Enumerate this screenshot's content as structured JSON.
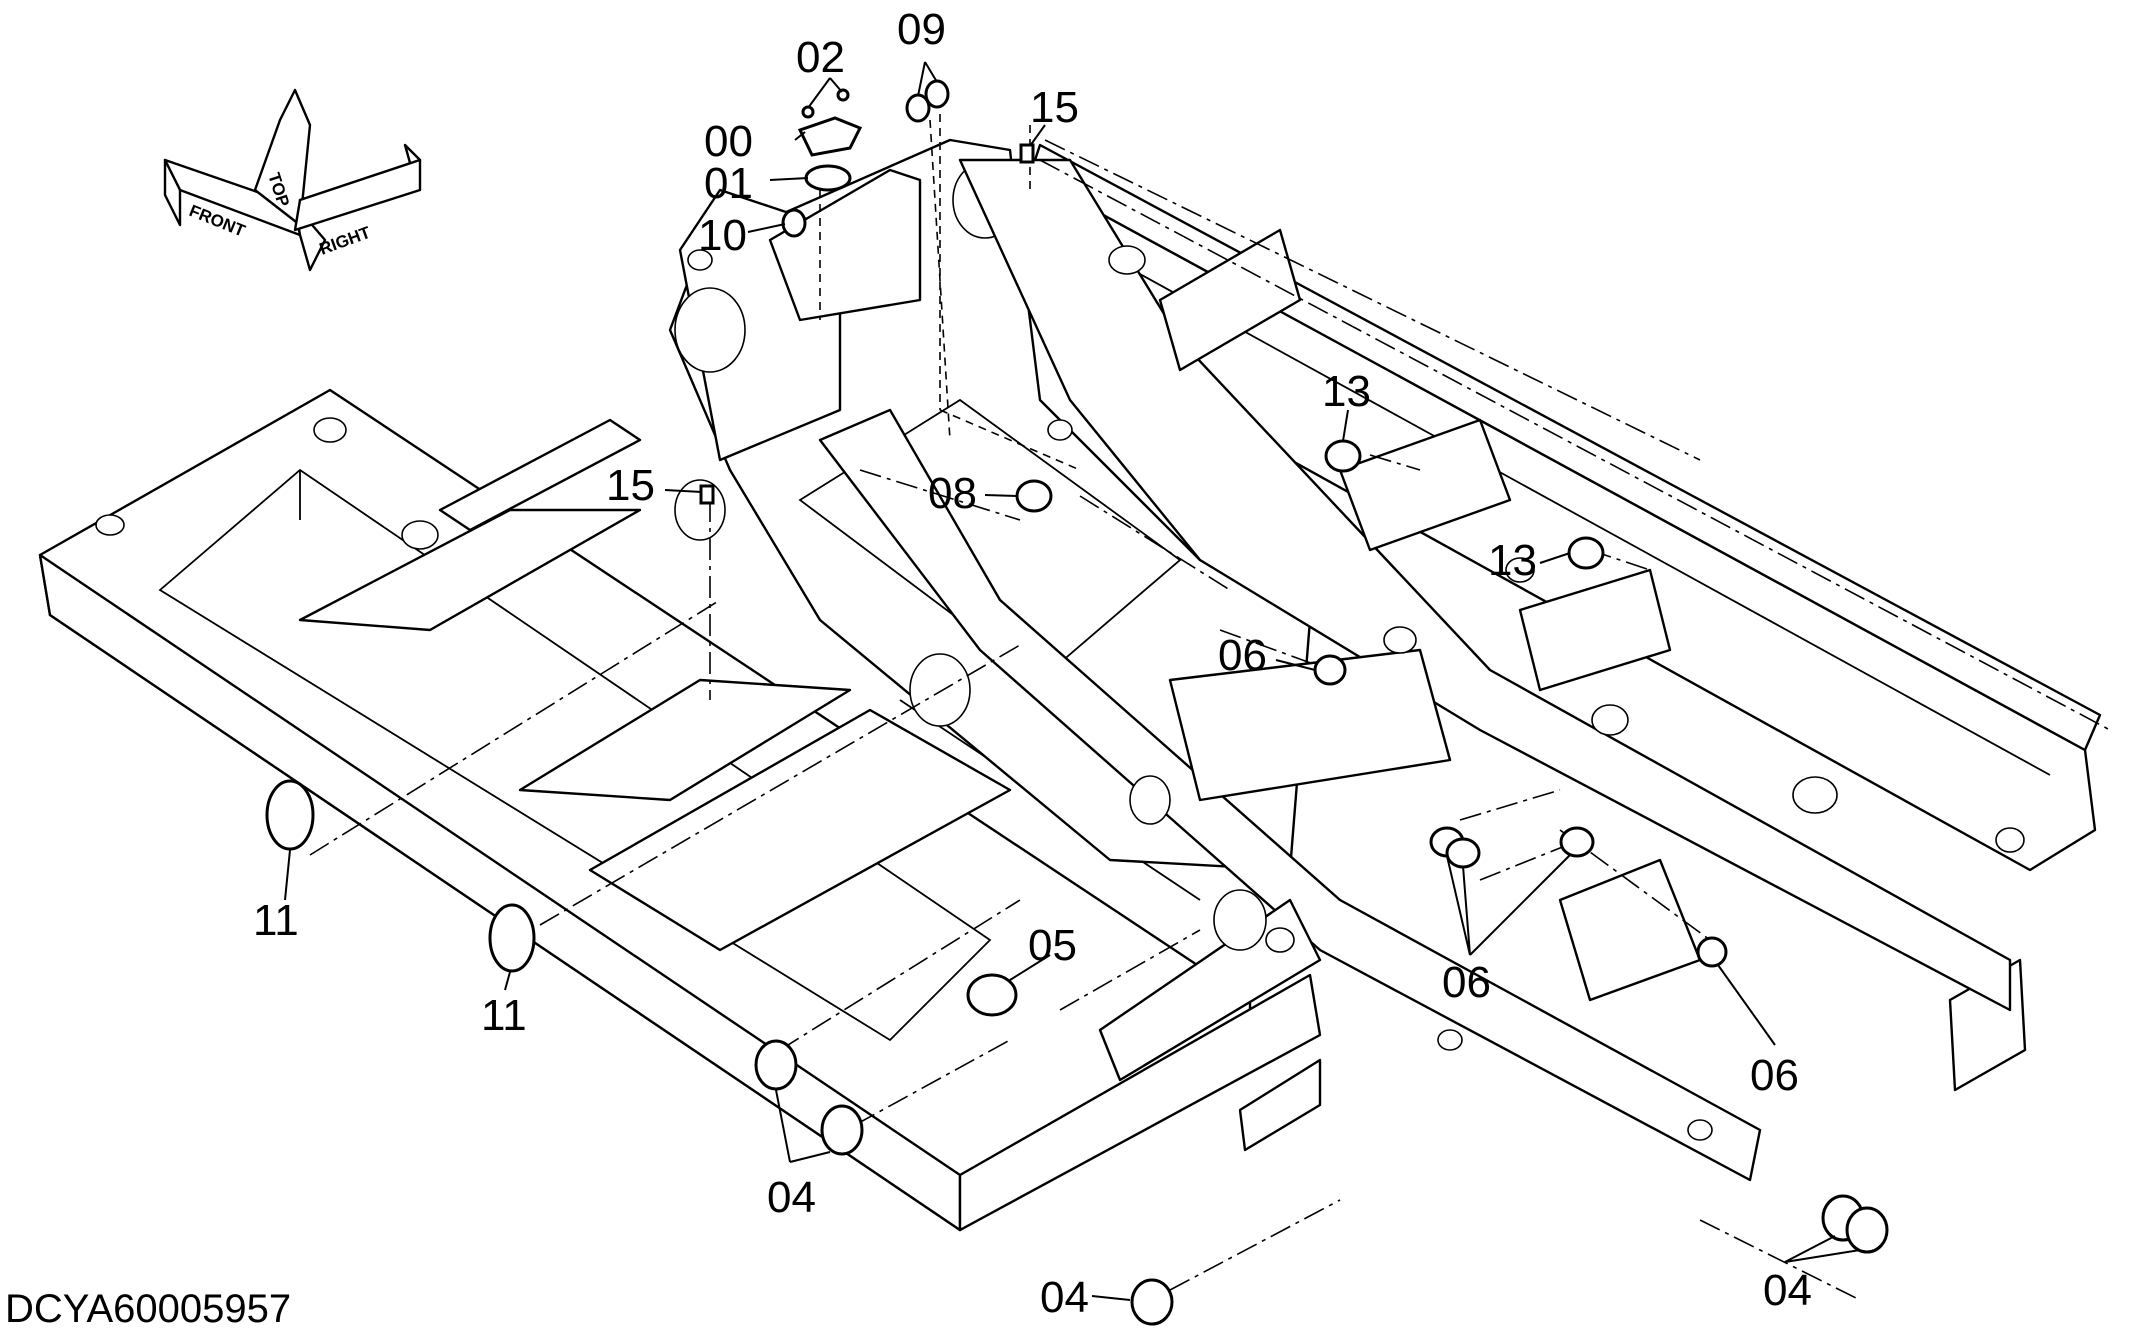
{
  "document_id": "DCYA60005957",
  "orientation_arrow": {
    "front": "FRONT",
    "top": "TOP",
    "right": "RIGHT"
  },
  "callouts": [
    {
      "id": "c00",
      "text": "00"
    },
    {
      "id": "c01",
      "text": "01"
    },
    {
      "id": "c02",
      "text": "02"
    },
    {
      "id": "c09",
      "text": "09"
    },
    {
      "id": "c10",
      "text": "10"
    },
    {
      "id": "c15a",
      "text": "15"
    },
    {
      "id": "c15b",
      "text": "15"
    },
    {
      "id": "c13a",
      "text": "13"
    },
    {
      "id": "c13b",
      "text": "13"
    },
    {
      "id": "c08",
      "text": "08"
    },
    {
      "id": "c06a",
      "text": "06"
    },
    {
      "id": "c06b",
      "text": "06"
    },
    {
      "id": "c06c",
      "text": "06"
    },
    {
      "id": "c11a",
      "text": "11"
    },
    {
      "id": "c11b",
      "text": "11"
    },
    {
      "id": "c05",
      "text": "05"
    },
    {
      "id": "c04a",
      "text": "04"
    },
    {
      "id": "c04b",
      "text": "04"
    },
    {
      "id": "c04c",
      "text": "04"
    }
  ]
}
